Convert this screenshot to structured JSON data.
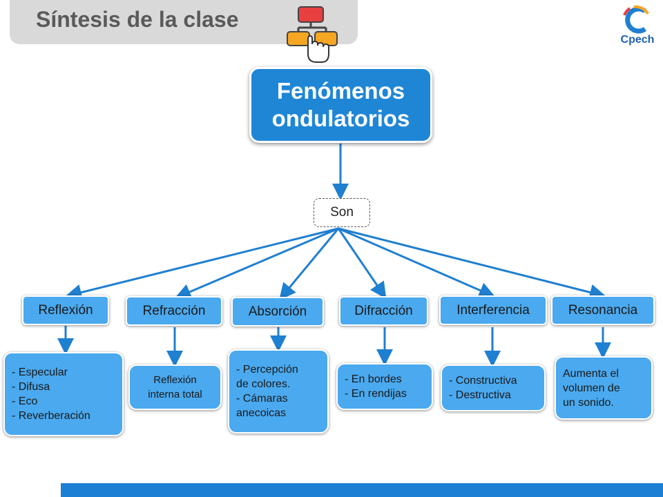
{
  "header": {
    "title": "Síntesis de la clase",
    "logo_text": "Cpech"
  },
  "map": {
    "main": "Fenómenos\nondulatorios",
    "connector": "Son",
    "categories": [
      {
        "label": "Reflexión",
        "detail": "- Especular\n- Difusa\n- Eco\n- Reverberación"
      },
      {
        "label": "Refracción",
        "detail": "Reflexión\ninterna total"
      },
      {
        "label": "Absorción",
        "detail": "- Percepción\nde colores.\n- Cámaras\nanecoicas"
      },
      {
        "label": "Difracción",
        "detail": "- En bordes\n- En rendijas"
      },
      {
        "label": "Interferencia",
        "detail": "- Constructiva\n- Destructiva"
      },
      {
        "label": "Resonancia",
        "detail": "Aumenta el\nvolumen de\nun sonido."
      }
    ]
  },
  "colors": {
    "main_node": "#1f86d6",
    "nodes": "#4aa9ef",
    "arrows": "#1f7fd0",
    "footer": "#1d7fd3",
    "banner": "#d9d9d9"
  }
}
